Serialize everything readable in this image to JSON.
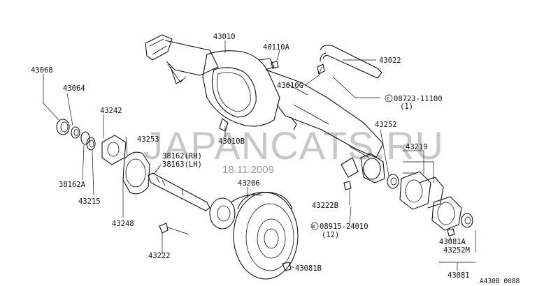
{
  "watermark": "JAPANCATS.RU",
  "date_stamp": "18.11.2009",
  "diagram_code": "A430B 0088",
  "labels": {
    "p43010": "43010",
    "p40110A": "40110A",
    "p43022": "43022",
    "p43010G": "43010G",
    "p08723": "08723-11100",
    "p08723_qty": "(1)",
    "p43068": "43068",
    "p43064": "43064",
    "p43242": "43242",
    "p43010B": "43010B",
    "p43253": "43253",
    "p38162": "38162(RH)",
    "p38163": "38163(LH)",
    "p43252": "43252",
    "p43219": "43219",
    "p38162A": "38162A",
    "p43215": "43215",
    "p43206": "43206",
    "p43248": "43248",
    "p43222B": "43222B",
    "p08915": "08915-24010",
    "p08915_qty": "(12)",
    "p43081A": "43081A",
    "p43252M": "43252M",
    "p43222": "43222",
    "p43081B": "43081B",
    "p43081": "43081"
  },
  "symbols": {
    "c_prefix": "C",
    "w_prefix": "W"
  }
}
